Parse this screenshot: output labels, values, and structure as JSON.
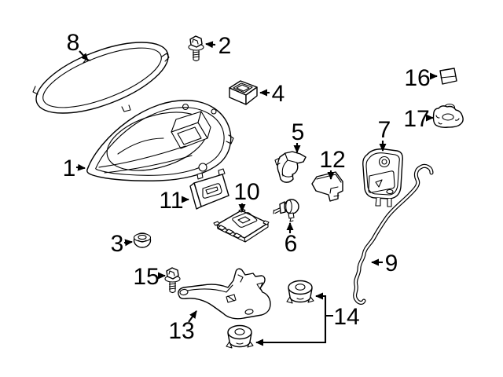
{
  "diagram": {
    "background_color": "#ffffff",
    "line_color": "#000000",
    "callouts": [
      {
        "label": "1"
      },
      {
        "label": "2"
      },
      {
        "label": "3"
      },
      {
        "label": "4"
      },
      {
        "label": "5"
      },
      {
        "label": "6"
      },
      {
        "label": "7"
      },
      {
        "label": "8"
      },
      {
        "label": "9"
      },
      {
        "label": "10"
      },
      {
        "label": "11"
      },
      {
        "label": "12"
      },
      {
        "label": "13"
      },
      {
        "label": "14"
      },
      {
        "label": "15"
      },
      {
        "label": "16"
      },
      {
        "label": "17"
      }
    ]
  }
}
